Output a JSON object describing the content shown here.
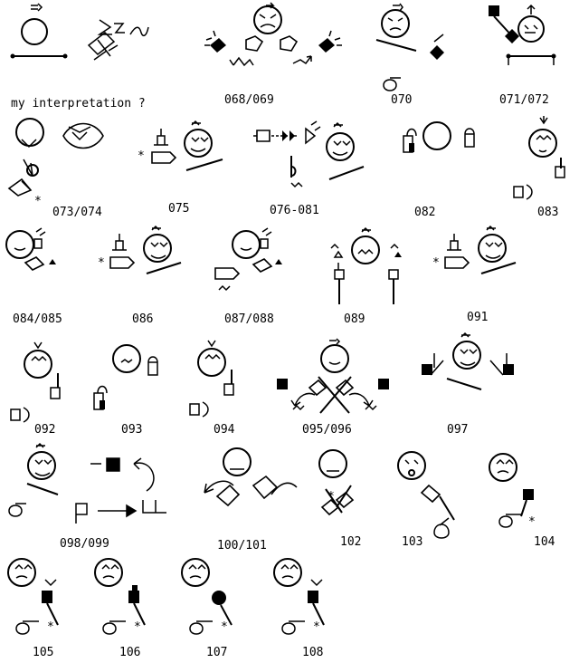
{
  "page": {
    "caption": "my interpretation ?"
  },
  "labels": [
    "068/069",
    "070",
    "071/072",
    "073/074",
    "075",
    "076-081",
    "082",
    "083",
    "084/085",
    "086",
    "087/088",
    "089",
    "091",
    "092",
    "093",
    "094",
    "095/096",
    "097",
    "098/099",
    "100/101",
    "102",
    "103",
    "104",
    "105",
    "106",
    "107",
    "108"
  ],
  "icons": {
    "face": "face-icon",
    "hand": "hand-icon",
    "movement_arrow": "arrow-icon",
    "contact_star": "star-icon",
    "table": "table-line-icon"
  }
}
